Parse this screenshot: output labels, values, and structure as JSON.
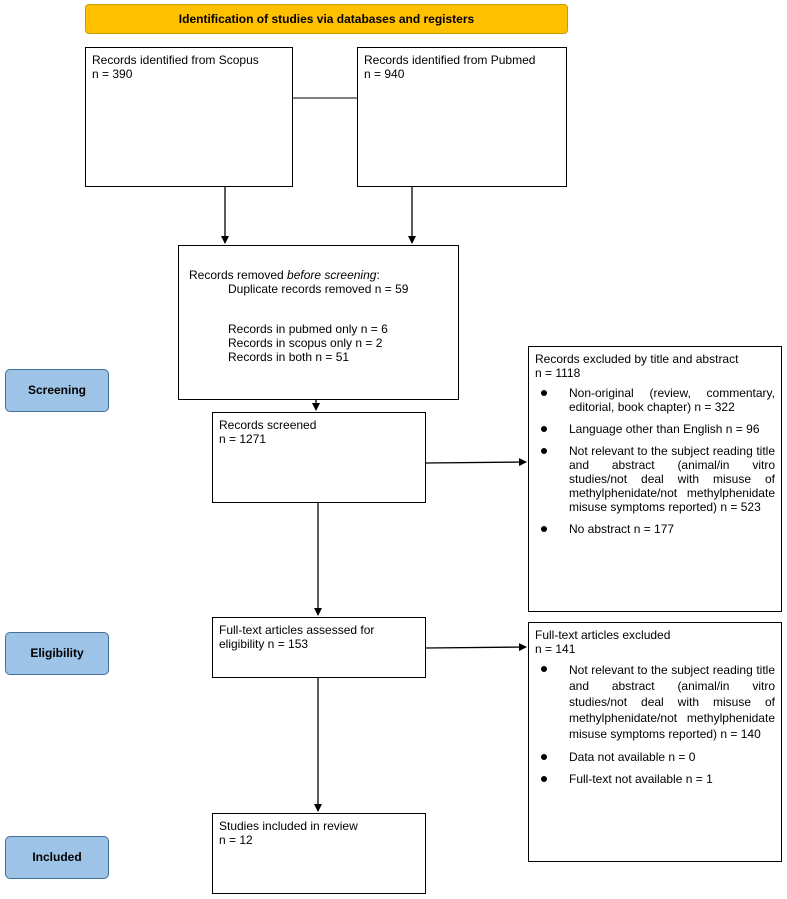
{
  "header": {
    "title": "Identification of studies via databases and registers"
  },
  "stages": {
    "screening": "Screening",
    "eligibility": "Eligibility",
    "included": "Included"
  },
  "scopus": {
    "line1": "Records identified from Scopus",
    "line2": "n = 390"
  },
  "pubmed": {
    "line1": "Records identified from Pubmed",
    "line2": "n = 940"
  },
  "removed": {
    "title_prefix": "Records removed ",
    "title_em": "before screening",
    "title_suffix": ":",
    "duplicates": "Duplicate records removed n = 59",
    "pubmed_only": "Records in pubmed only n = 6",
    "scopus_only": "Records in scopus only n = 2",
    "both": "Records in both n = 51"
  },
  "screened": {
    "line1": "Records screened",
    "line2": "n = 1271"
  },
  "excluded_ta": {
    "line1": "Records excluded by title and abstract",
    "line2": "n = 1118",
    "items": [
      {
        "text": "Non-original (review, commentary, editorial, book chapter) n = 322"
      },
      {
        "text": "Language other than English n = 96"
      },
      {
        "text": "Not relevant to the subject reading title and abstract (animal/in vitro studies/not deal with misuse of methylphenidate/not methylphenidate misuse symptoms reported) n = 523"
      },
      {
        "text": "No abstract n = 177"
      }
    ]
  },
  "fulltext": {
    "line1": "Full-text articles assessed for",
    "line2": "eligibility n = 153"
  },
  "excluded_ft": {
    "line1": "Full-text articles excluded",
    "line2": "n = 141",
    "items": [
      {
        "text": "Not relevant to the subject reading title and abstract (animal/in vitro studies/not deal with misuse of methylphenidate/not methylphenidate misuse symptoms reported) n = 140"
      },
      {
        "text": "Data not available n = 0"
      },
      {
        "text": "Full-text not available n = 1"
      }
    ]
  },
  "included": {
    "line1": "Studies included in review",
    "line2": "n = 12"
  }
}
